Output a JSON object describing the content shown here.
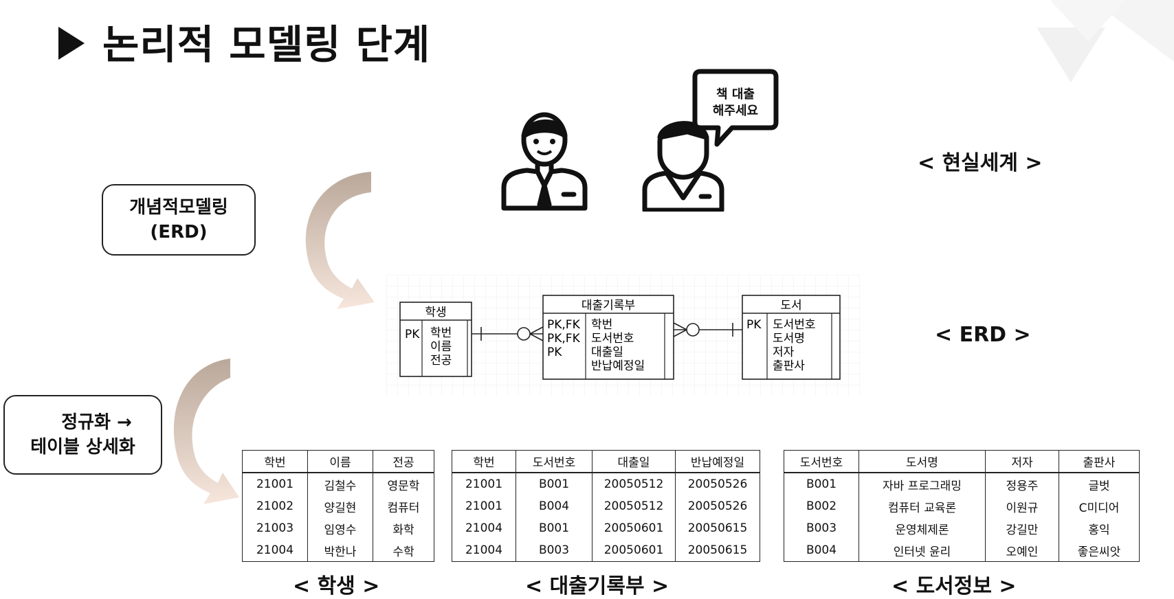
{
  "title": "논리적 모델링 단계",
  "speech_bubble": {
    "line1": "책 대출",
    "line2": "해주세요"
  },
  "stage_boxes": {
    "conceptual": {
      "line1": "개념적모델링",
      "line2": "(ERD)"
    },
    "normalization": {
      "line1": "정규화 →",
      "line2": "테이블 상세화"
    }
  },
  "stage_labels": {
    "real_world": "< 현실세계 >",
    "erd": "< ERD >"
  },
  "erd": {
    "student": {
      "name": "학생",
      "key": "PK",
      "attributes": [
        "학번",
        "이름",
        "전공"
      ]
    },
    "loan": {
      "name": "대출기록부",
      "keys": [
        "PK,FK",
        "PK,FK",
        "PK"
      ],
      "attributes": [
        "학번",
        "도서번호",
        "대출일",
        "반납예정일"
      ]
    },
    "book": {
      "name": "도서",
      "key": "PK",
      "attributes": [
        "도서번호",
        "도서명",
        "저자",
        "출판사"
      ]
    }
  },
  "tables": {
    "student": {
      "caption": "< 학생 >",
      "headers": [
        "학번",
        "이름",
        "전공"
      ],
      "rows": [
        [
          "21001",
          "김철수",
          "영문학"
        ],
        [
          "21002",
          "양길현",
          "컴퓨터"
        ],
        [
          "21003",
          "임영수",
          "화학"
        ],
        [
          "21004",
          "박한나",
          "수학"
        ]
      ]
    },
    "loan": {
      "caption": "< 대출기록부 >",
      "headers": [
        "학번",
        "도서번호",
        "대출일",
        "반납예정일"
      ],
      "rows": [
        [
          "21001",
          "B001",
          "20050512",
          "20050526"
        ],
        [
          "21001",
          "B004",
          "20050512",
          "20050526"
        ],
        [
          "21004",
          "B001",
          "20050601",
          "20050615"
        ],
        [
          "21004",
          "B003",
          "20050601",
          "20050615"
        ]
      ]
    },
    "book": {
      "caption": "< 도서정보 >",
      "headers": [
        "도서번호",
        "도서명",
        "저자",
        "출판사"
      ],
      "rows": [
        [
          "B001",
          "자바 프로그래밍",
          "정용주",
          "글벗"
        ],
        [
          "B002",
          "컴퓨터 교육론",
          "이원규",
          "C미디어"
        ],
        [
          "B003",
          "운영체제론",
          "강길만",
          "홍익"
        ],
        [
          "B004",
          "인터넷 윤리",
          "오예인",
          "좋은씨앗"
        ]
      ]
    }
  }
}
